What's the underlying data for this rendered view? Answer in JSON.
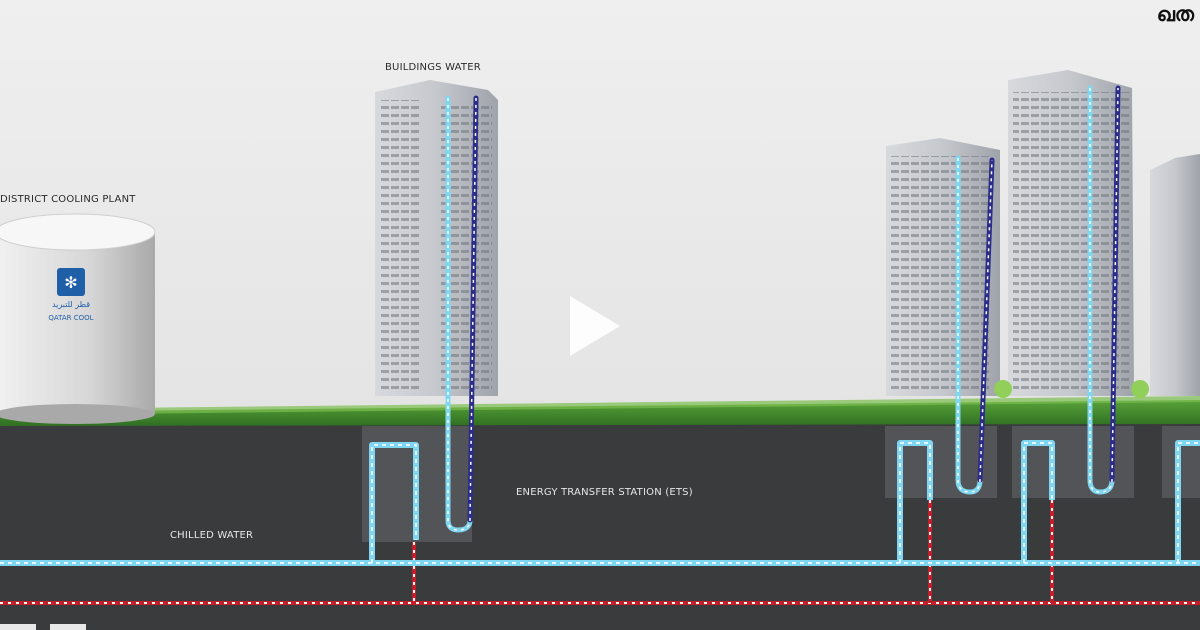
{
  "labels": {
    "buildings_water": "BUILDINGS WATER",
    "district_cooling_plant": "DISTRICT COOLING PLANT",
    "ets": "ENERGY TRANSFER STATION (ETS)",
    "chilled_water": "CHILLED WATER",
    "corner_text": "ഖത",
    "plant_brand_ar": "قطر للتبريد",
    "plant_brand_en": "QATAR COOL"
  },
  "colors": {
    "sky": "#e9e9e9",
    "ground": "#3a3b3d",
    "grass": "#3f8a2c",
    "supply_pipe": "#7fd6f0",
    "return_pipe": "#2c2c8a",
    "pipe_dash": "#d8f4ff",
    "red_line": "#c21f2a",
    "building": "#bfc2c7"
  },
  "icons": {
    "play": "play-icon",
    "plant_logo": "snowflake-logo-icon"
  }
}
